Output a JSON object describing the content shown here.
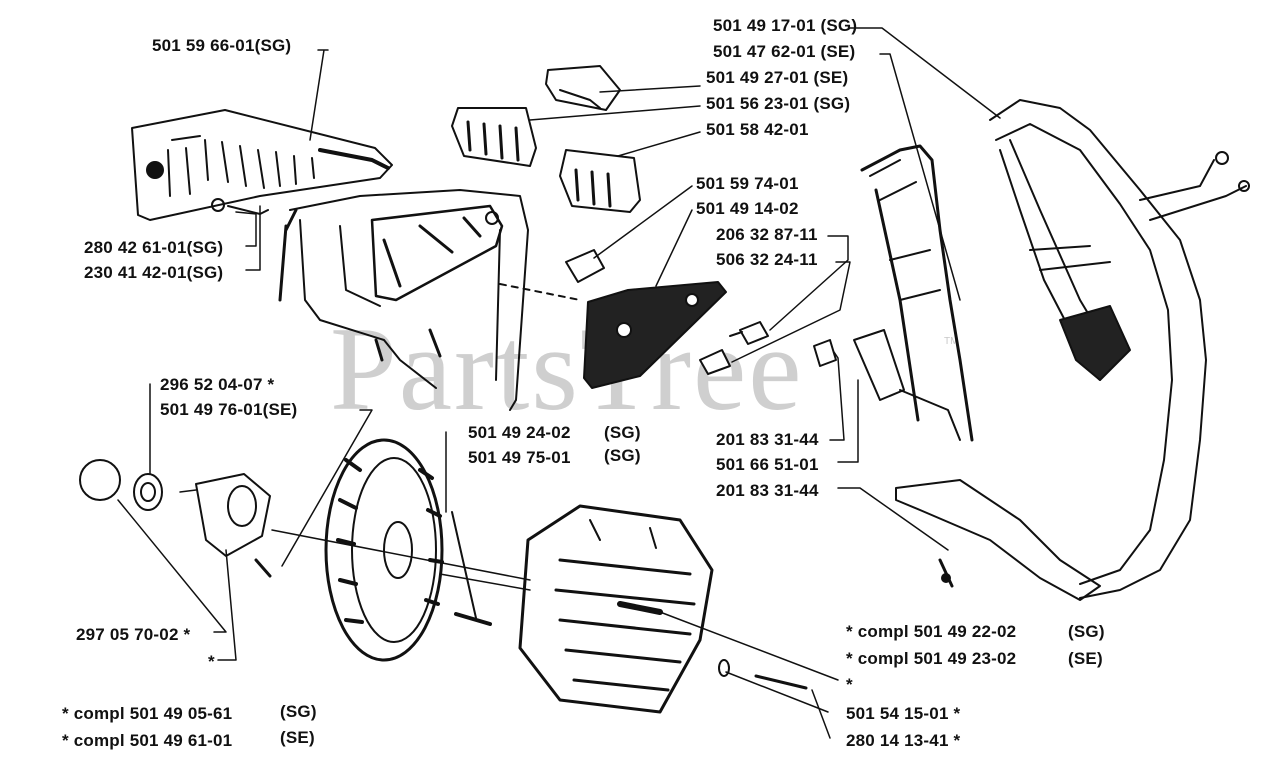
{
  "watermark": {
    "text": "PartsTree",
    "mark": "TM"
  },
  "labels": {
    "p_501596601": "501 59 66-01(SG)",
    "p_280426101": "280 42 61-01(SG)",
    "p_230414201": "230 41 42-01(SG)",
    "p_501491701": "501 49 17-01 (SG)",
    "p_501476201": "501 47 62-01 (SE)",
    "p_501492701": "501 49 27-01 (SE)",
    "p_501562301": "501 56 23-01 (SG)",
    "p_501584201": "501 58 42-01",
    "p_501597401": "501 59 74-01",
    "p_501491402": "501 49 14-02",
    "p_206328711": "206 32 87-11",
    "p_506322411": "506 32 24-11",
    "p_296520407": "296 52 04-07 *",
    "p_501497601": "501 49 76-01(SE)",
    "p_501492402": "501 49 24-02",
    "p_501492402_tag": "(SG)",
    "p_501497501": "501 49 75-01",
    "p_501497501_tag": "(SG)",
    "p_201833144a": "201 83 31-44",
    "p_501665101": "501 66 51-01",
    "p_201833144b": "201 83 31-44",
    "p_297057002": "297 05 70-02 *",
    "star_left": "*",
    "compl_a": "* compl 501 49 22-02",
    "compl_a_tag": "(SG)",
    "compl_b": "* compl 501 49 23-02",
    "compl_b_tag": "(SE)",
    "star_right": "*",
    "p_501541501": "501 54 15-01 *",
    "p_280141341": "280 14 13-41 *",
    "compl_c": "* compl 501 49 05-61",
    "compl_c_tag": "(SG)",
    "compl_d": "* compl 501 49 61-01",
    "compl_d_tag": "(SE)"
  }
}
